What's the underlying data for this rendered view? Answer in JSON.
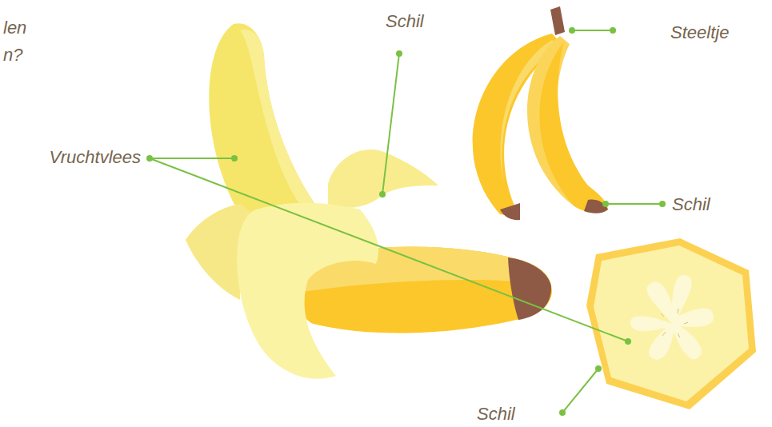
{
  "diagram": {
    "labels": [
      "len",
      "n?",
      "Schil",
      "Steeltje",
      "Vruchtvlees",
      "Schil",
      "Schil"
    ]
  }
}
